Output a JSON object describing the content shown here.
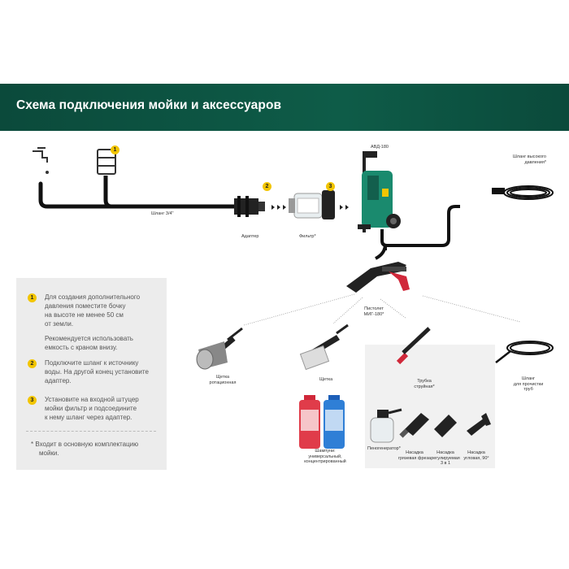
{
  "header": {
    "title": "Схема подключения мойки и аксессуаров"
  },
  "steps": {
    "step1": {
      "number": "1",
      "lines": [
        "Для создания дополнительного",
        "давления поместите бочку",
        "на высоте не менее 50 см",
        "от земли."
      ],
      "extra": [
        "Рекомендуется использовать",
        "емкость с краном внизу."
      ]
    },
    "step2": {
      "number": "2",
      "lines": [
        "Подключите шланг к источнику",
        "воды. На другой конец установите",
        "адаптер."
      ]
    },
    "step3": {
      "number": "3",
      "lines": [
        "Установите на входной штуцер",
        "мойки фильтр и подсоедините",
        "к нему шланг через адаптер."
      ]
    }
  },
  "footnote": [
    "* Входит в основную комплектацию",
    "мойки."
  ],
  "labels": {
    "hose": "Шланг 3/4\"",
    "adapter": "Адаптер",
    "filter": "Фильтр*",
    "washer": "АВД-180",
    "hp_hose": [
      "Шланг высокого",
      "давления*"
    ],
    "gun": [
      "Пистолет",
      "МИГ-180*"
    ],
    "rotary_brush": [
      "Щетка",
      "ротационная"
    ],
    "brush": "Щетка",
    "lance": [
      "Трубка",
      "струйная*"
    ],
    "pipe_hose": [
      "Шланг",
      "для прочистки",
      "труб"
    ],
    "shampoo": [
      "Шампуни:",
      "универсальный,",
      "концентрированный"
    ],
    "foam": "Пеногенератор*",
    "turbo": [
      "Насадка",
      "грязевая фреза"
    ],
    "adjustable": [
      "Насадка",
      "регулируемая",
      "3 в 1"
    ],
    "angle": [
      "Насадка",
      "угловая, 90°"
    ]
  },
  "markers": {
    "m1": "1",
    "m2": "2",
    "m3": "3"
  },
  "colors": {
    "banner": "#0e5c48",
    "badge": "#f2c500",
    "washer_body": "#1a8a6e",
    "panel": "#ececec",
    "accent_red": "#d0283a"
  },
  "icons": [
    "faucet-icon",
    "barrel-icon",
    "adapter-icon",
    "filter-icon",
    "pressure-washer-icon",
    "hose-reel-icon",
    "spray-gun-icon",
    "rotary-brush-icon",
    "brush-icon",
    "lance-icon",
    "shampoo-bottle-icon",
    "foam-cannon-icon",
    "nozzle-icon"
  ]
}
